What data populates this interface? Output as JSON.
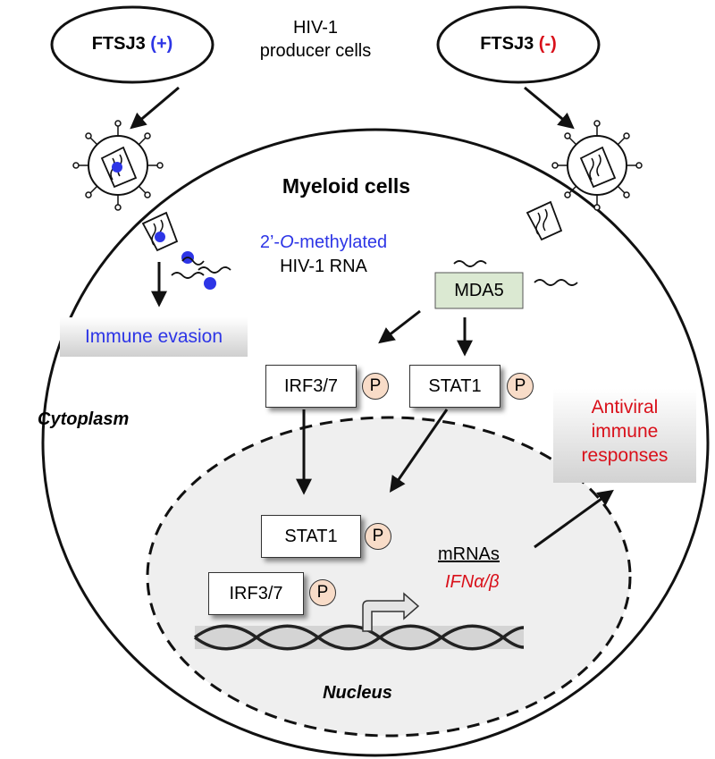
{
  "producer": {
    "left_name": "FTSJ3",
    "left_sign": "(+)",
    "right_name": "FTSJ3",
    "right_sign": "(-)",
    "center_line1": "HIV-1",
    "center_line2": "producer cells"
  },
  "cell": {
    "title": "Myeloid cells",
    "cytoplasm": "Cytoplasm",
    "nucleus": "Nucleus"
  },
  "rna": {
    "line1_prefix": "2’-",
    "line1_italic": "O",
    "line1_suffix": "-methylated",
    "line2": "HIV-1 RNA"
  },
  "boxes": {
    "immune_evasion": "Immune evasion",
    "mda5": "MDA5",
    "irf_cyto": "IRF3/7",
    "stat1_cyto": "STAT1",
    "stat1_nuc": "STAT1",
    "irf_nuc": "IRF3/7",
    "phospho": "P"
  },
  "output": {
    "mrnas": "mRNAs",
    "ifn": "IFNα/β",
    "antiviral_line1": "Antiviral",
    "antiviral_line2": "immune",
    "antiviral_line3": "responses"
  },
  "colors": {
    "blue": "#2d35e6",
    "red": "#d9101a",
    "mda5_fill": "#dbe9d2",
    "phospho_fill": "#f8dcc8",
    "nucleus_fill": "#efefef"
  }
}
